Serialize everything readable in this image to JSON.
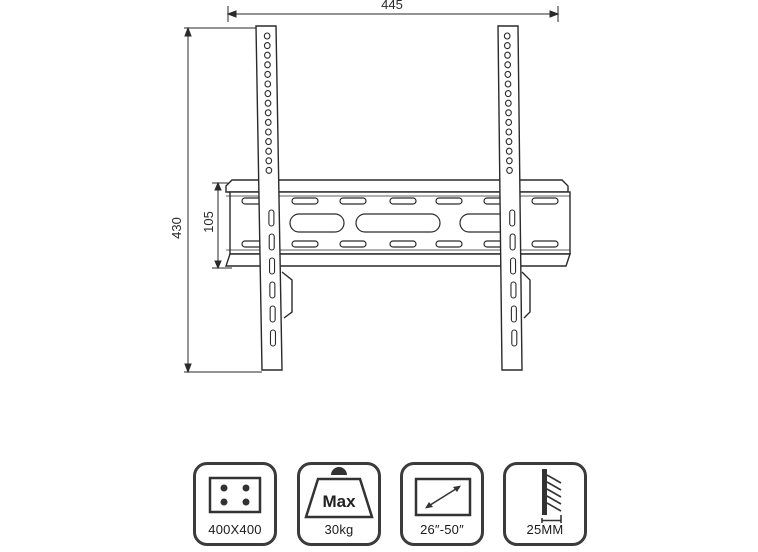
{
  "dimensions": {
    "width": "445",
    "height": "430",
    "rail_height": "105"
  },
  "badges": [
    {
      "icon": "vesa-pattern-icon",
      "label": "400X400"
    },
    {
      "icon": "max-load-weight-icon",
      "label": "30kg",
      "icon_text": "Max"
    },
    {
      "icon": "screen-size-icon",
      "label": "26″-50″"
    },
    {
      "icon": "wall-distance-icon",
      "label": "25MM"
    }
  ]
}
